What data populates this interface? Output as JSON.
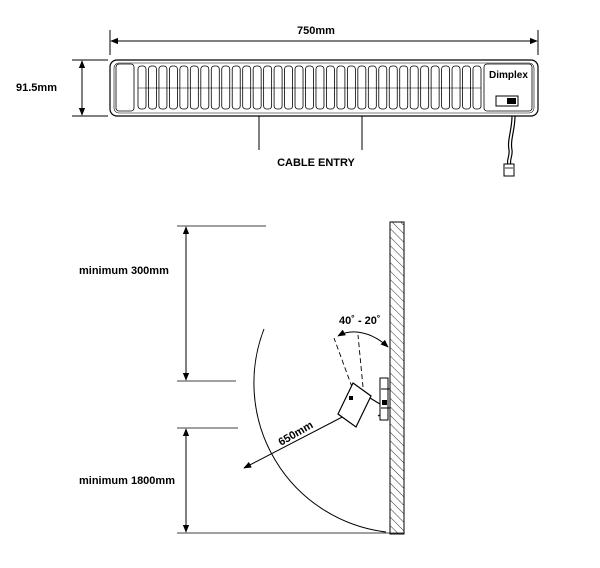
{
  "top_view": {
    "width_label": "750mm",
    "height_label": "91.5mm",
    "cable_entry_label": "CABLE ENTRY",
    "brand": "Dimplex"
  },
  "side_view": {
    "clearance_top_label": "minimum 300mm",
    "clearance_bottom_label": "minimum 1800mm",
    "radius_label": "650mm",
    "tilt_range_label": "40˚ - 20˚"
  }
}
